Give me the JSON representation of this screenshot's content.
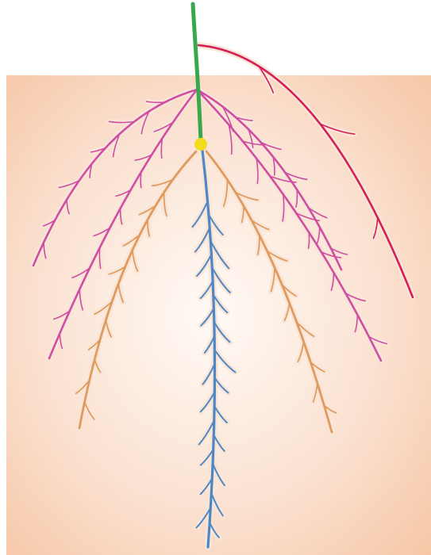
{
  "diagram": {
    "colors": {
      "air": "#ffffff",
      "soil_edge": "#f6c7a6",
      "soil_mid": "#fbe2d2",
      "soil_center": "#fffaf6",
      "shoot": "#3aa84d",
      "seed": "#f3dc1d",
      "primary_root": "#4f87c4",
      "seminal_roots": "#e09a5d",
      "shoot_borne_roots": "#cf4ea3",
      "brace_root": "#d41f59",
      "root_halo": "#f9e5d6"
    },
    "root_types": [
      {
        "key": "shoot",
        "color_key": "shoot",
        "branch_count": 0
      },
      {
        "key": "primary",
        "color_key": "primary_root",
        "branch_count": 1
      },
      {
        "key": "seminal",
        "color_key": "seminal_roots",
        "branch_count": 2
      },
      {
        "key": "crown",
        "color_key": "shoot_borne_roots",
        "branch_count": 4
      },
      {
        "key": "brace",
        "color_key": "brace_root",
        "branch_count": 1
      }
    ]
  }
}
